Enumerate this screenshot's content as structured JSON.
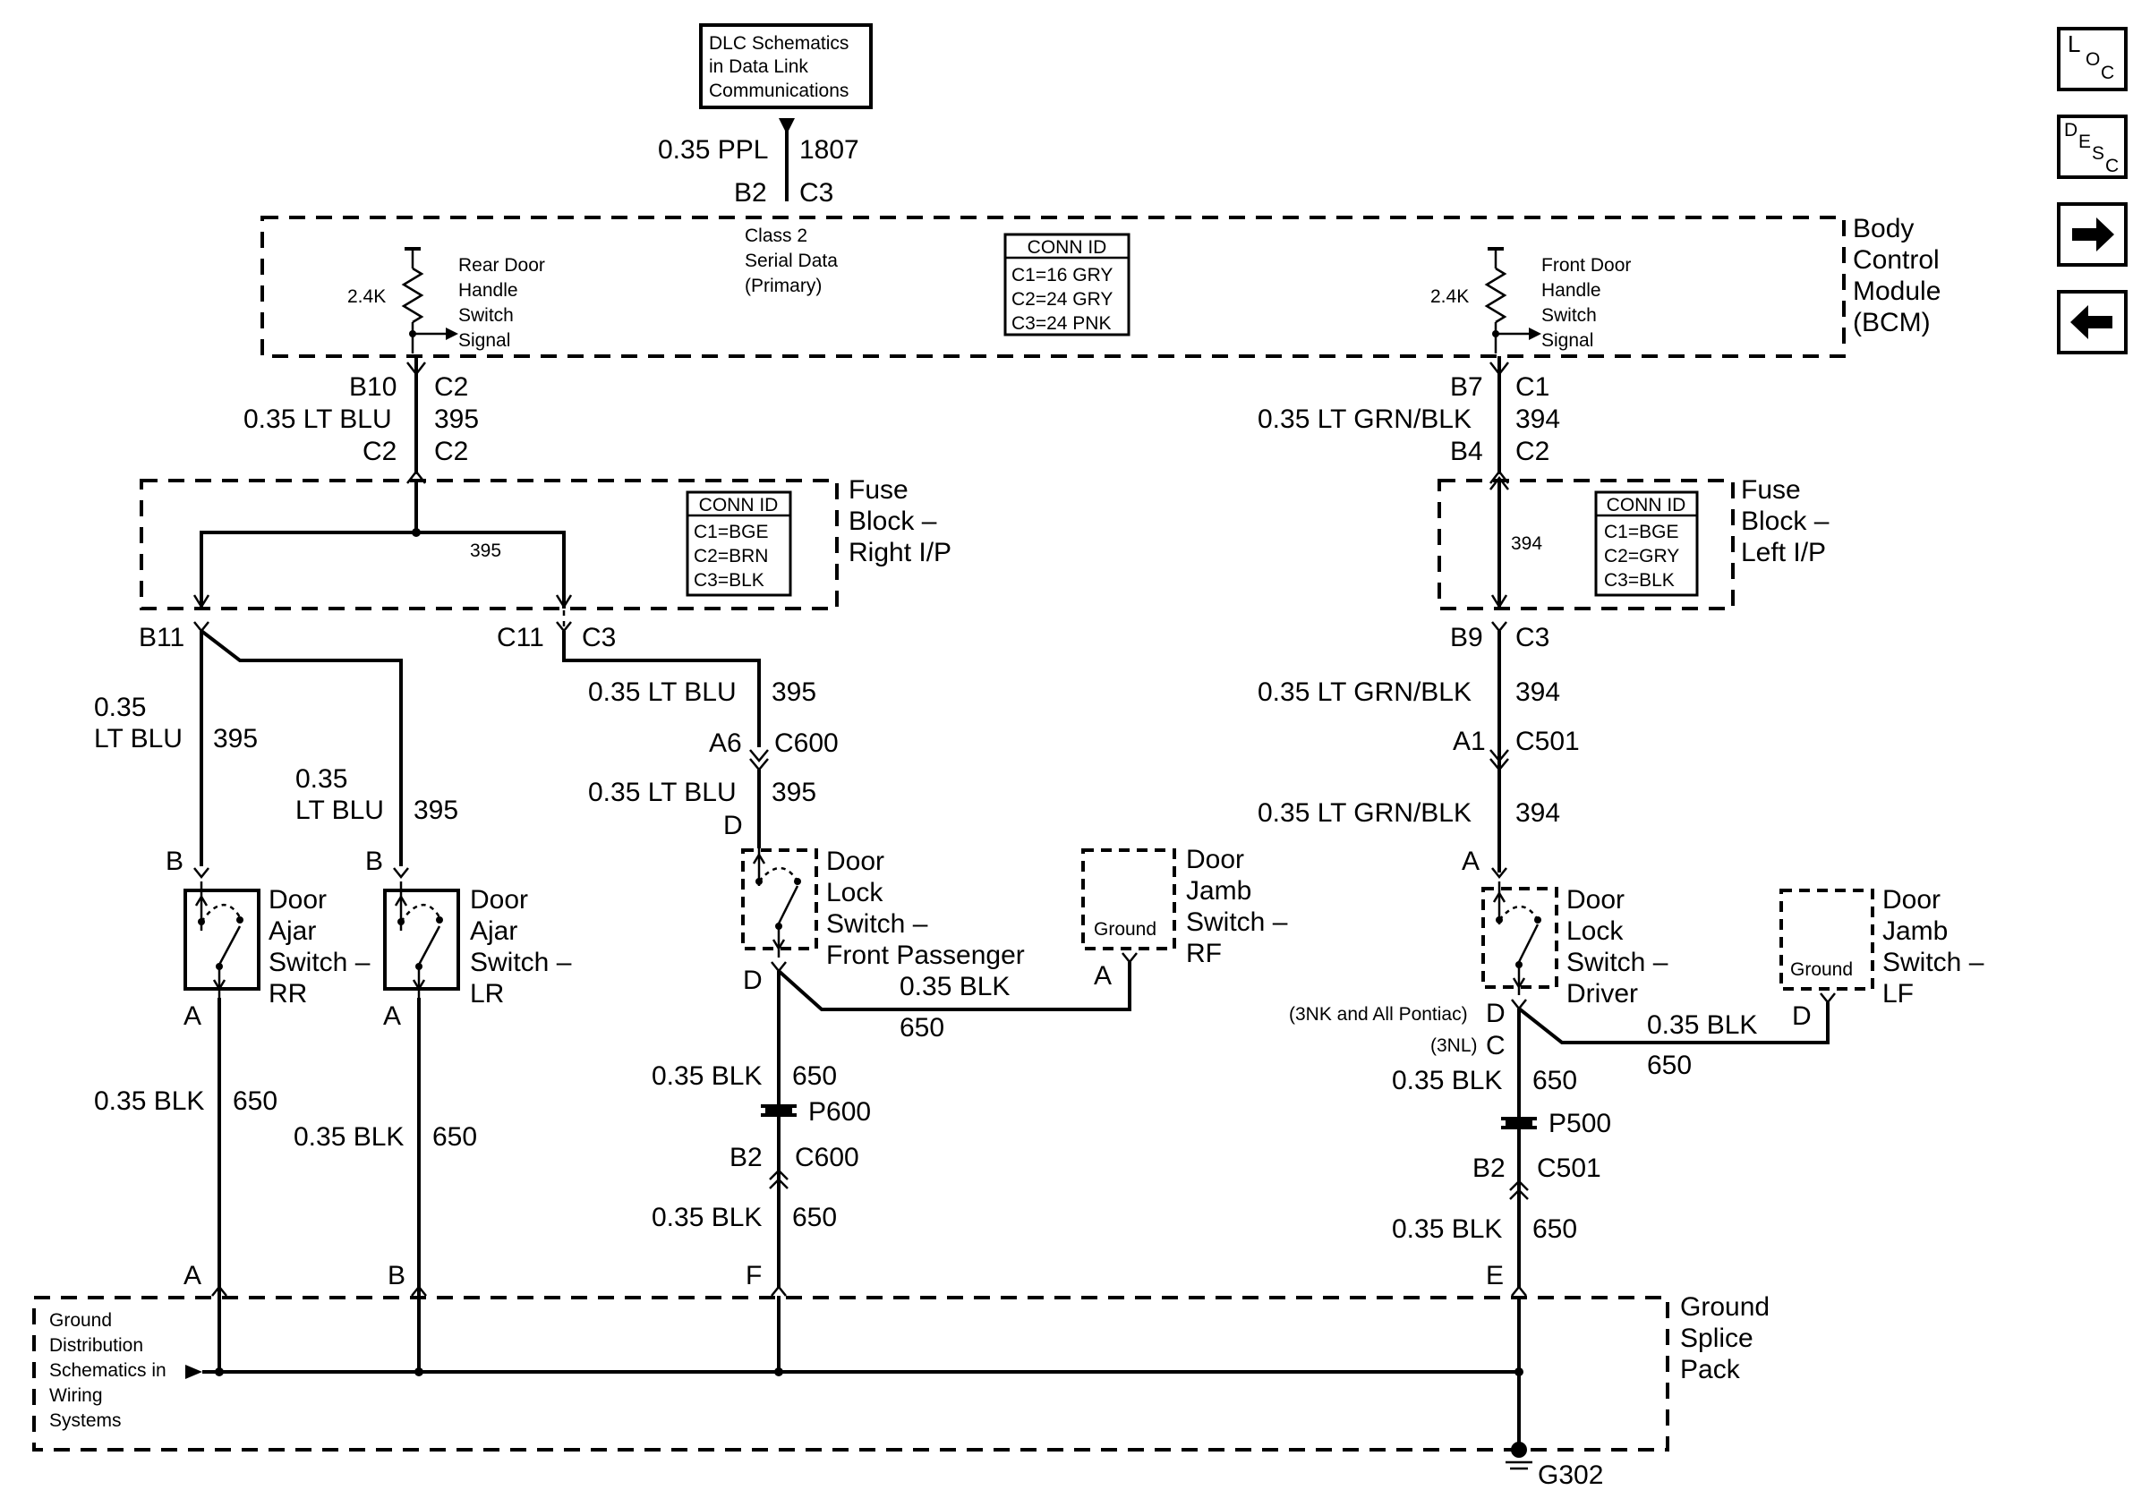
{
  "dlc": {
    "lines": [
      "DLC Schematics",
      "in Data Link",
      "Communications"
    ],
    "wire": "0.35 PPL",
    "circuit": "1807",
    "pin1": "B2",
    "conn1": "C3"
  },
  "bcm": {
    "name": [
      "Body",
      "Control",
      "Module",
      "(BCM)"
    ],
    "serial": [
      "Class 2",
      "Serial Data",
      "(Primary)"
    ],
    "conn_title": "CONN ID",
    "conn_rows": [
      "C1=16 GRY",
      "C2=24 GRY",
      "C3=24 PNK"
    ],
    "rear": {
      "res": "2.4K",
      "lines": [
        "Rear Door",
        "Handle",
        "Switch",
        "Signal"
      ]
    },
    "front": {
      "res": "2.4K",
      "lines": [
        "Front Door",
        "Handle",
        "Switch",
        "Signal"
      ]
    }
  },
  "rear_wire": {
    "p1": "B10",
    "c1": "C2",
    "wire": "0.35 LT BLU",
    "circ": "395",
    "p2": "C2",
    "c2": "C2"
  },
  "front_wire": {
    "p1": "B7",
    "c1": "C1",
    "wire": "0.35 LT GRN/BLK",
    "circ": "394",
    "p2": "B4",
    "c2": "C2"
  },
  "fuse_right": {
    "name": [
      "Fuse",
      "Block –",
      "Right I/P"
    ],
    "inner": "395",
    "conn_title": "CONN ID",
    "conn_rows": [
      "C1=BGE",
      "C2=BRN",
      "C3=BLK"
    ]
  },
  "fuse_left": {
    "name": [
      "Fuse",
      "Block –",
      "Left I/P"
    ],
    "inner": "394",
    "conn_title": "CONN ID",
    "conn_rows": [
      "C1=BGE",
      "C2=GRY",
      "C3=BLK"
    ]
  },
  "right_side": {
    "b11": "B11",
    "c11": "C11",
    "c3": "C3",
    "rr_wire": [
      "0.35",
      "LT BLU"
    ],
    "rr_circ": "395",
    "lr_wire": [
      "0.35",
      "LT BLU"
    ],
    "lr_circ": "395",
    "fp_wire1": "0.35 LT BLU",
    "fp_circ1": "395",
    "a6": "A6",
    "c600": "C600",
    "fp_wire2": "0.35 LT BLU",
    "fp_circ2": "395",
    "d_top": "D",
    "d_bot": "D",
    "rr_pin_top": "B",
    "lr_pin_top": "B",
    "rr_pin_bot": "A",
    "lr_pin_bot": "A",
    "rr_name": [
      "Door",
      "Ajar",
      "Switch –",
      "RR"
    ],
    "lr_name": [
      "Door",
      "Ajar",
      "Switch –",
      "LR"
    ],
    "fp_name": [
      "Door",
      "Lock",
      "Switch –",
      "Front Passenger"
    ],
    "rf_jamb": [
      "Door",
      "Jamb",
      "Switch –",
      "RF"
    ],
    "rf_ground": "Ground",
    "rf_pin": "A",
    "rf_wire": "0.35 BLK",
    "rf_circ": "650",
    "rr_blk": "0.35 BLK",
    "rr_650": "650",
    "lr_blk": "0.35 BLK",
    "lr_650": "650",
    "fp_blk1": "0.35 BLK",
    "fp_650a": "650",
    "p600": "P600",
    "b2": "B2",
    "c600b": "C600",
    "fp_blk2": "0.35 BLK",
    "fp_650b": "650",
    "gA": "A",
    "gB": "B",
    "gF": "F"
  },
  "left_side": {
    "b9": "B9",
    "c3": "C3",
    "wire1": "0.35 LT GRN/BLK",
    "circ1": "394",
    "a1": "A1",
    "c501": "C501",
    "wire2": "0.35 LT GRN/BLK",
    "circ2": "394",
    "pin_a": "A",
    "dr_name": [
      "Door",
      "Lock",
      "Switch –",
      "Driver"
    ],
    "note1": "(3NK and All Pontiac)",
    "note1_pin": "D",
    "note2": "(3NL)",
    "note2_pin": "C",
    "lf_jamb": [
      "Door",
      "Jamb",
      "Switch –",
      "LF"
    ],
    "lf_ground": "Ground",
    "lf_pin": "D",
    "lf_wire": "0.35 BLK",
    "lf_circ": "650",
    "blk1": "0.35 BLK",
    "c650a": "650",
    "p500": "P500",
    "b2": "B2",
    "c501b": "C501",
    "blk2": "0.35 BLK",
    "c650b": "650",
    "gE": "E"
  },
  "ground": {
    "name": [
      "Ground",
      "Splice",
      "Pack"
    ],
    "left": [
      "Ground",
      "Distribution",
      "Schematics in",
      "Wiring",
      "Systems"
    ],
    "g": "G302"
  },
  "nav": {
    "loc": [
      "L",
      "O",
      "C"
    ],
    "desc": [
      "D",
      "E",
      "S",
      "C"
    ],
    "next": "➡",
    "prev": "⬅"
  }
}
